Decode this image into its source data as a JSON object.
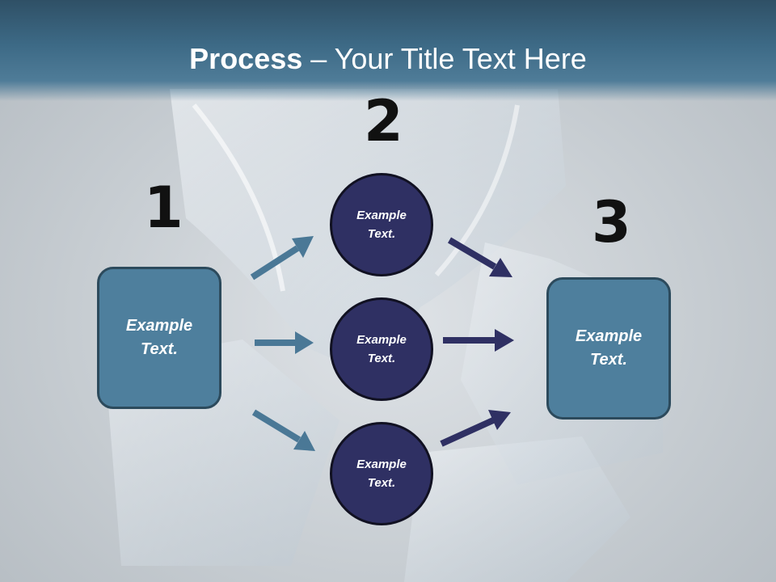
{
  "title": {
    "bold": "Process",
    "rest": " – Your Title Text Here"
  },
  "steps": [
    {
      "number": "1"
    },
    {
      "number": "2"
    },
    {
      "number": "3"
    }
  ],
  "source_box": {
    "line1": "Example",
    "line2": "Text."
  },
  "circles": [
    {
      "line1": "Example",
      "line2": "Text."
    },
    {
      "line1": "Example",
      "line2": "Text."
    },
    {
      "line1": "Example",
      "line2": "Text."
    }
  ],
  "target_box": {
    "line1": "Example",
    "line2": "Text."
  },
  "colors": {
    "box_fill": "#4e7f9d",
    "circle_fill": "#2f3063",
    "input_arrow": "#4a7896",
    "output_arrow": "#2f3063",
    "header": "#3d6a86"
  }
}
